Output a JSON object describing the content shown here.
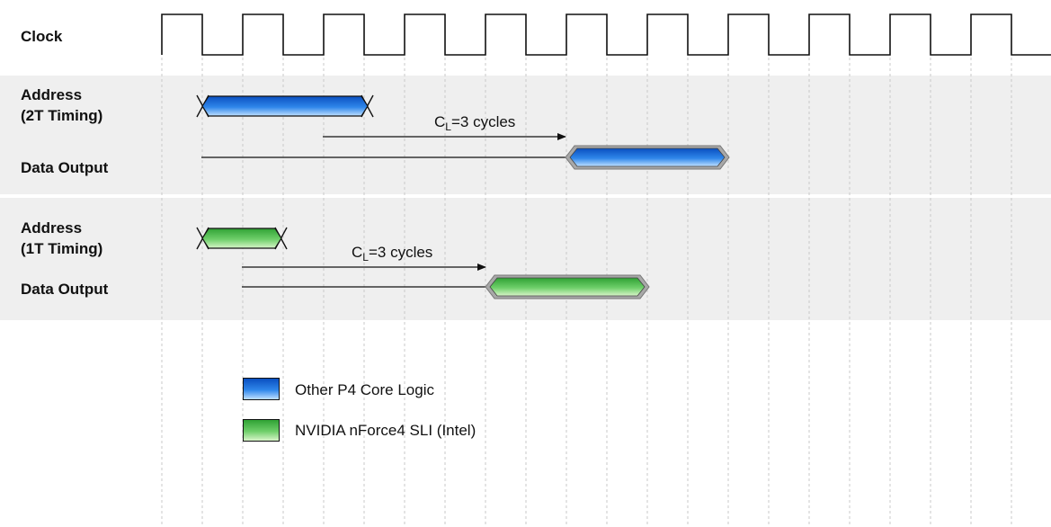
{
  "signals": {
    "clock": "Clock",
    "address_2t": [
      "Address",
      "(2T Timing)"
    ],
    "data_output_2t": "Data Output",
    "address_1t": [
      "Address",
      "(1T Timing)"
    ],
    "data_output_1t": "Data Output"
  },
  "latency": {
    "symbol": "C",
    "subscript": "L",
    "text_2t": "=3 cycles",
    "text_1t": "=3 cycles"
  },
  "legend": {
    "blue": {
      "label": "Other P4 Core Logic",
      "color": "#2f86ea"
    },
    "green": {
      "label": "NVIDIA nForce4 SLI (Intel)",
      "color": "#6fcf6a"
    }
  },
  "clock_cycles": 11
}
